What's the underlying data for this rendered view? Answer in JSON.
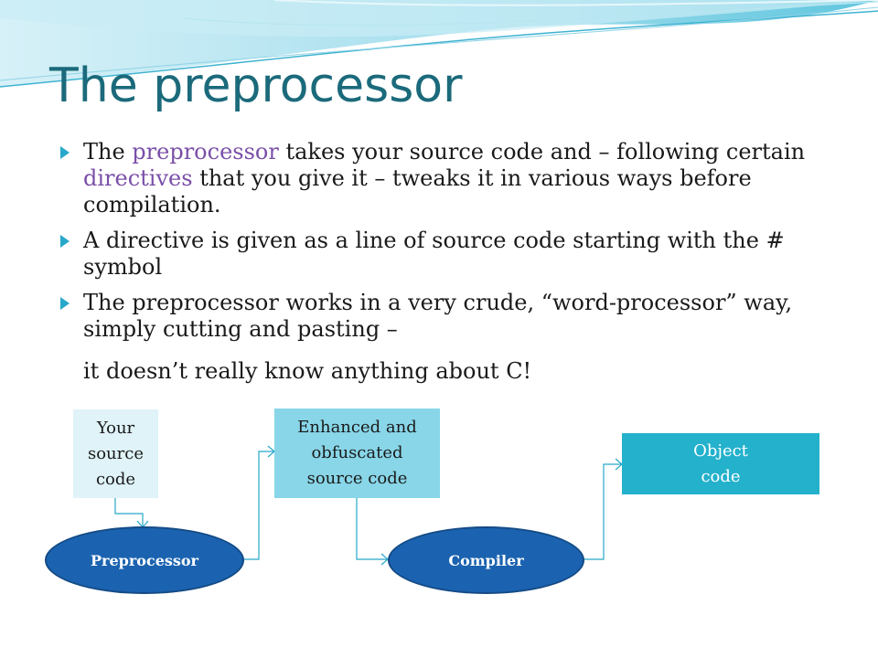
{
  "title": "The preprocessor",
  "bullets": [
    {
      "segments": [
        {
          "text": "The "
        },
        {
          "text": "preprocessor",
          "highlight": true
        },
        {
          "text": " takes your source code and – following certain "
        },
        {
          "text": "directives",
          "highlight": true
        },
        {
          "text": " that you give it – tweaks it in various ways before compilation."
        }
      ]
    },
    {
      "segments": [
        {
          "text": "A directive is given as a line of source code starting with the # symbol"
        }
      ]
    },
    {
      "segments": [
        {
          "text": "The preprocessor works in a very crude, “word-processor” way, simply cutting and pasting –"
        }
      ]
    }
  ],
  "continuation": "it doesn’t really know anything about C!",
  "diagram": {
    "source_box": [
      "Your",
      "source",
      "code"
    ],
    "enhanced_box": [
      "Enhanced and",
      "obfuscated",
      "source code"
    ],
    "object_box": [
      "Object",
      "code"
    ],
    "preprocessor_label": "Preprocessor",
    "compiler_label": "Compiler"
  },
  "colors": {
    "title": "#1b6a7b",
    "highlight": "#7a4fa8",
    "bullet_marker": "#27a8c9",
    "connector": "#27a8c9",
    "ellipse_fill": "#1b63b0"
  }
}
